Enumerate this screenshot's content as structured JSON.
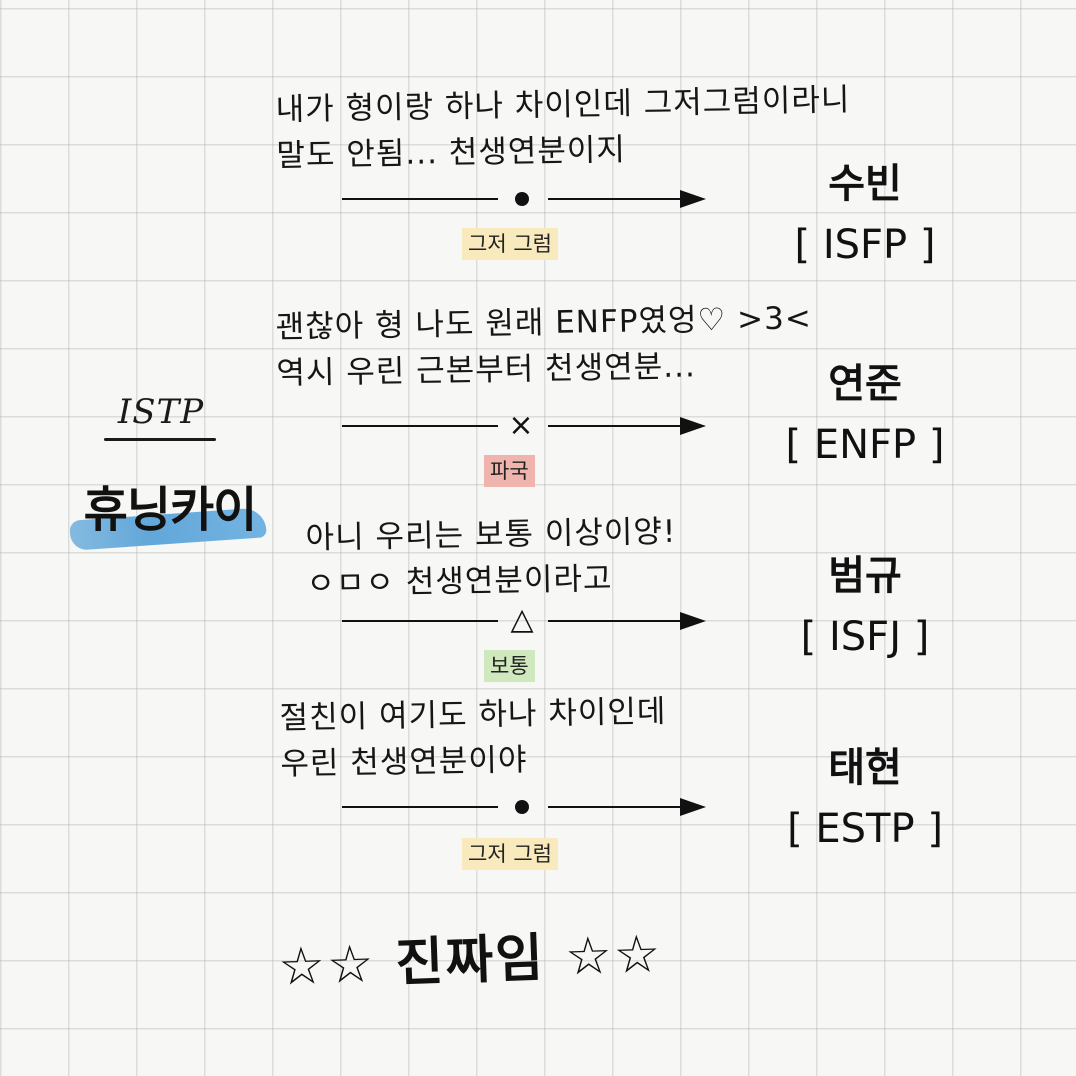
{
  "subject": {
    "mbti": "ISTP",
    "name": "휴닝카이"
  },
  "colors": {
    "neutral_tag": "#f8eabd",
    "bad_tag": "#eeb4ad",
    "normal_tag": "#cfe8bd",
    "brush": "#5aa3d8"
  },
  "rows": [
    {
      "note_line1": "내가 형이랑 하나 차이인데 그저그럼이라니",
      "note_line2": "말도 안됨... 천생연분이지",
      "symbol": "•",
      "symbol_icon": "dot-icon",
      "result": "그저 그럼",
      "member_name": "수빈",
      "member_mbti": "[ ISFP ]"
    },
    {
      "note_line1": "괜찮아 형 나도 원래 ENFP였엉♡ >3<",
      "note_line2": "역시 우린 근본부터 천생연분...",
      "symbol": "×",
      "symbol_icon": "cross-icon",
      "result": "파국",
      "member_name": "연준",
      "member_mbti": "[ ENFP ]"
    },
    {
      "note_line1": "아니 우리는 보통 이상이양!",
      "note_line2": "ㅇㅁㅇ 천생연분이라고",
      "symbol": "△",
      "symbol_icon": "triangle-icon",
      "result": "보통",
      "member_name": "범규",
      "member_mbti": "[ ISFJ ]"
    },
    {
      "note_line1": "절친이 여기도 하나 차이인데",
      "note_line2": "우린 천생연분이야",
      "symbol": "•",
      "symbol_icon": "dot-icon",
      "result": "그저 그럼",
      "member_name": "태현",
      "member_mbti": "[ ESTP ]"
    }
  ],
  "footer": {
    "text": "☆☆ 진짜임 ☆☆"
  }
}
